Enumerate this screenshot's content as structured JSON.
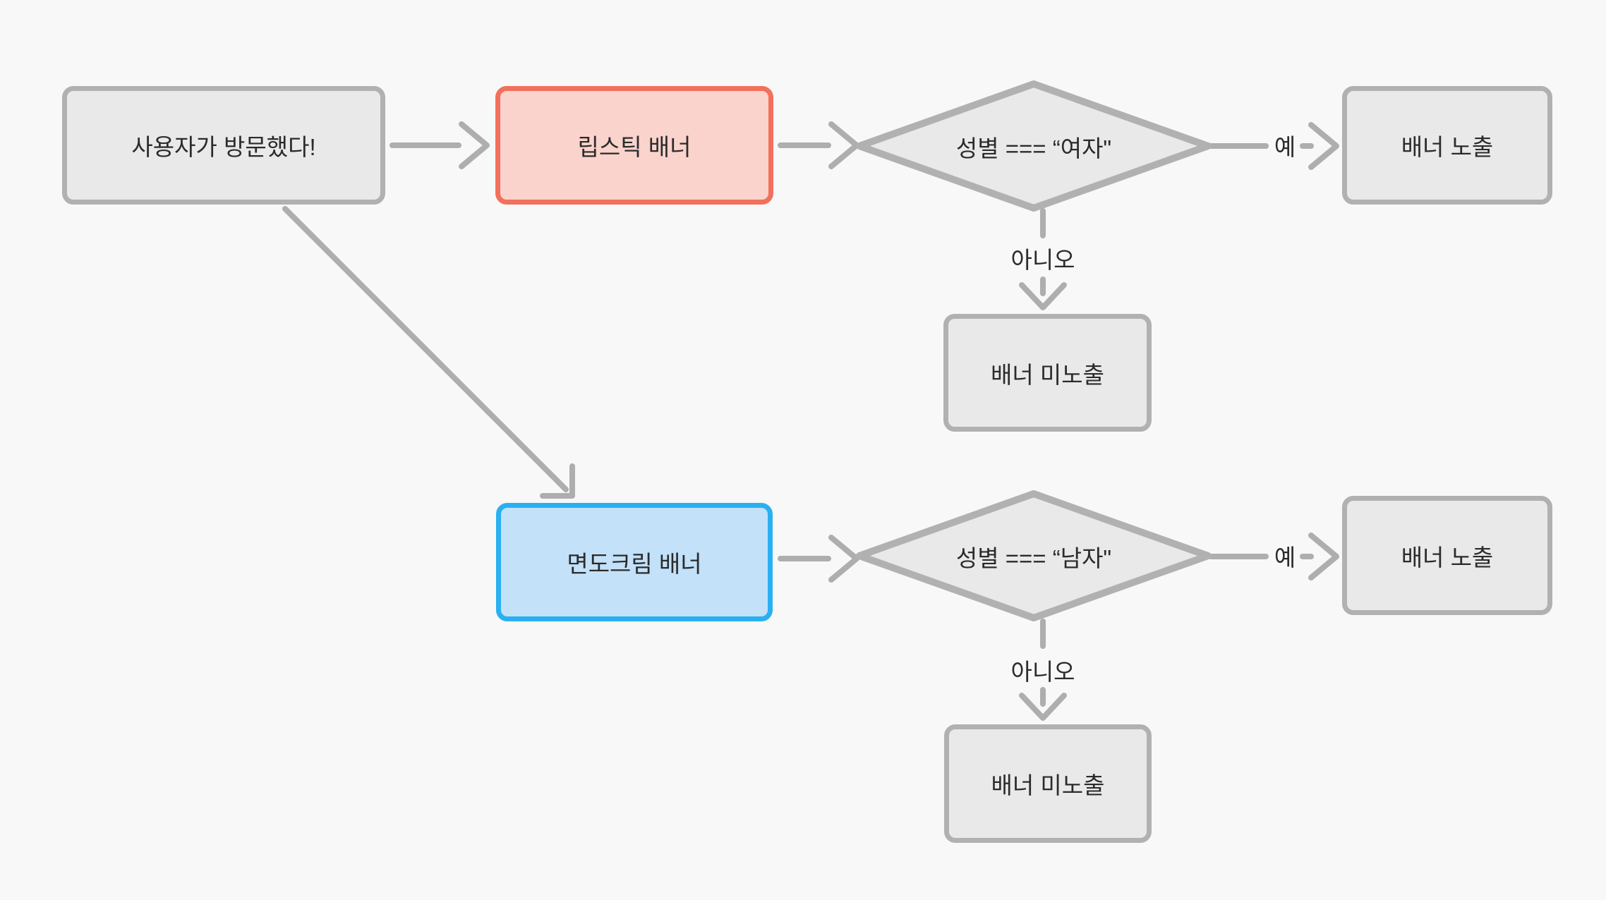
{
  "diagram": {
    "nodes": {
      "start": "사용자가 방문했다!",
      "lipstick_banner": "립스틱 배너",
      "decision_female": "성별 === “여자\"",
      "banner_show_top": "배너 노출",
      "banner_hide_top": "배너 미노출",
      "shaving_cream_banner": "면도크림 배너",
      "decision_male": "성별 === “남자\"",
      "banner_show_bottom": "배너 노출",
      "banner_hide_bottom": "배너 미노출"
    },
    "edge_labels": {
      "yes_top": "예",
      "no_top": "아니오",
      "yes_bottom": "예",
      "no_bottom": "아니오"
    },
    "colors": {
      "background": "#f8f8f8",
      "node_fill": "#e9e9e9",
      "node_border": "#b1b1b1",
      "arrow": "#aeaeae",
      "highlight_red_border": "#f2705c",
      "highlight_red_fill": "#fad3cc",
      "highlight_blue_border": "#29b0f0",
      "highlight_blue_fill": "#c3e1f8",
      "text": "#2b2b2b"
    }
  }
}
